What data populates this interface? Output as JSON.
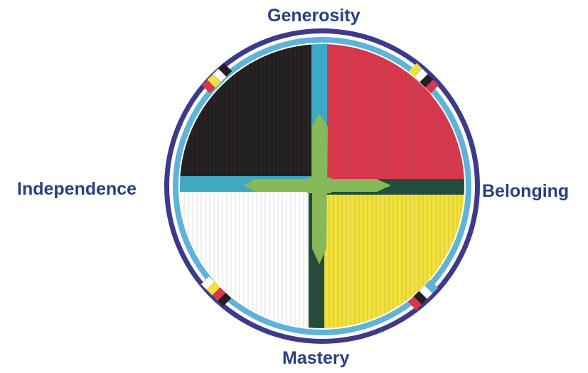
{
  "labels": {
    "top": "Generosity",
    "left": "Independence",
    "right": "Belonging",
    "bottom": "Mastery"
  },
  "colors": {
    "outer_ring": "#3d3a8c",
    "inner_ring": "#5fb3d9",
    "quadrant_top_left": "#231f20",
    "quadrant_top_right": "#d9374b",
    "quadrant_bottom_left": "#ffffff",
    "quadrant_bottom_right": "#f2e13a",
    "cross_teal": "#3fa9c4",
    "cross_dark_green": "#234d3a",
    "cross_light_green": "#86b957",
    "label_text": "#2b3f7e"
  }
}
